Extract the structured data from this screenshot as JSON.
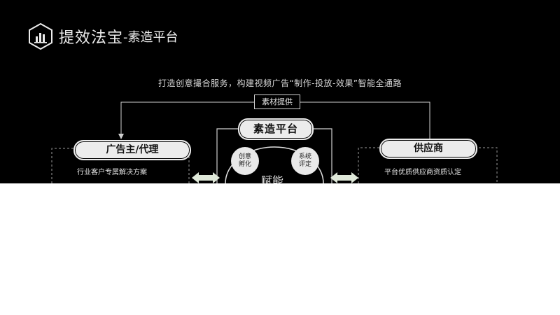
{
  "header": {
    "title": "提效法宝",
    "subtitle": "-素造平台"
  },
  "diagram": {
    "tagline": "打造创意撮合服务，构建视频广告“制作-投放-效果”智能全通路",
    "flow_label": "素材提供",
    "platform_label": "素造平台",
    "advertiser_label": "广告主/代理",
    "supplier_label": "供应商",
    "bubble_left": [
      "创意",
      "孵化"
    ],
    "bubble_right": [
      "系统",
      "评定"
    ],
    "advertiser_points": [
      "行业客户专属解决方案"
    ],
    "supplier_points": [
      "平台优质供应商资质认定"
    ]
  },
  "colors": {
    "background": "#000000",
    "text": "#ececec",
    "pill": "#ececec",
    "arrow_fill": "#dfe8d9"
  }
}
